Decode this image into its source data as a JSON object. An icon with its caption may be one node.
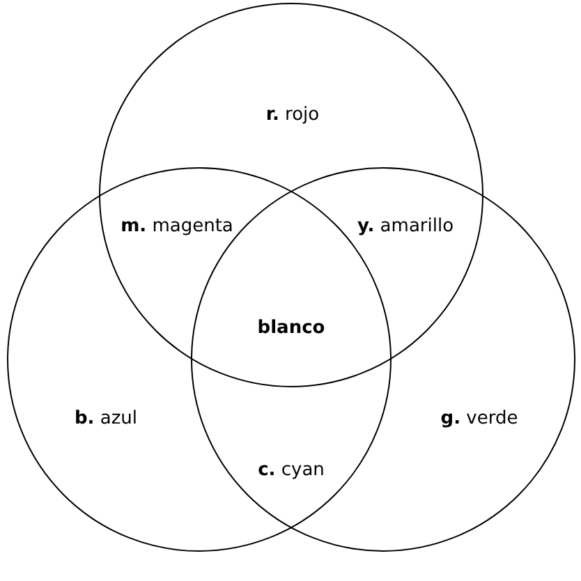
{
  "diagram": {
    "nodes": [
      {
        "text": [
          "**r.** rojo"
        ]
      },
      {
        "text": [
          "**b.** azul"
        ]
      },
      {
        "text": [
          "**g.** verde"
        ]
      }
    ],
    "edges": [],
    "labels": [
      "**m.** magenta",
      "**y.** amarillo",
      "blanco",
      "**c.** cyan"
    ]
  }
}
